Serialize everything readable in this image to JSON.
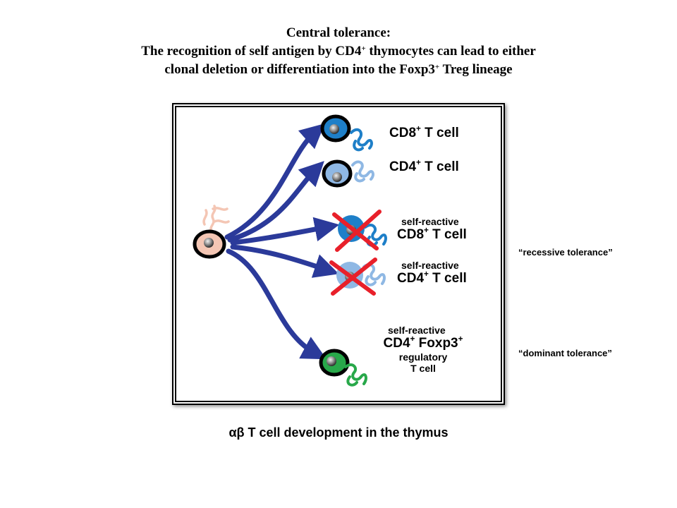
{
  "title": {
    "line1": "Central tolerance:",
    "line2_pre": "The recognition of self antigen by CD4",
    "line2_sup": "+",
    "line2_post": " thymocytes can lead to either",
    "line3_pre": "clonal deletion or differentiation into the Foxp3",
    "line3_sup": "+",
    "line3_post": " Treg lineage"
  },
  "cells": {
    "cd8": {
      "base": "CD8",
      "sup": "+",
      "rest": " T cell"
    },
    "cd4": {
      "base": "CD4",
      "sup": "+",
      "rest": " T cell"
    },
    "self_cd8": {
      "line1": "self-reactive",
      "base": "CD8",
      "sup": "+",
      "rest": " T cell"
    },
    "self_cd4": {
      "line1": "self-reactive",
      "base": "CD4",
      "sup": "+",
      "rest": " T cell"
    },
    "treg": {
      "line1": "self-reactive",
      "line2_base": "CD4",
      "line2_sup": "+",
      "line2_mid": " Foxp3",
      "line2_sup2": "+",
      "line3": "regulatory",
      "line4": "T cell"
    }
  },
  "annotations": {
    "recessive": "“recessive tolerance”",
    "dominant": "“dominant tolerance”"
  },
  "caption": "αβ T cell development in the thymus",
  "colors": {
    "arrow": "#2b3a9a",
    "cd8_blue": "#1e7fc8",
    "cd4_lightblue": "#8fb8e4",
    "treg_green": "#28a84a",
    "precursor_pink": "#f4c6b4",
    "deletion_red": "#e8202a"
  }
}
